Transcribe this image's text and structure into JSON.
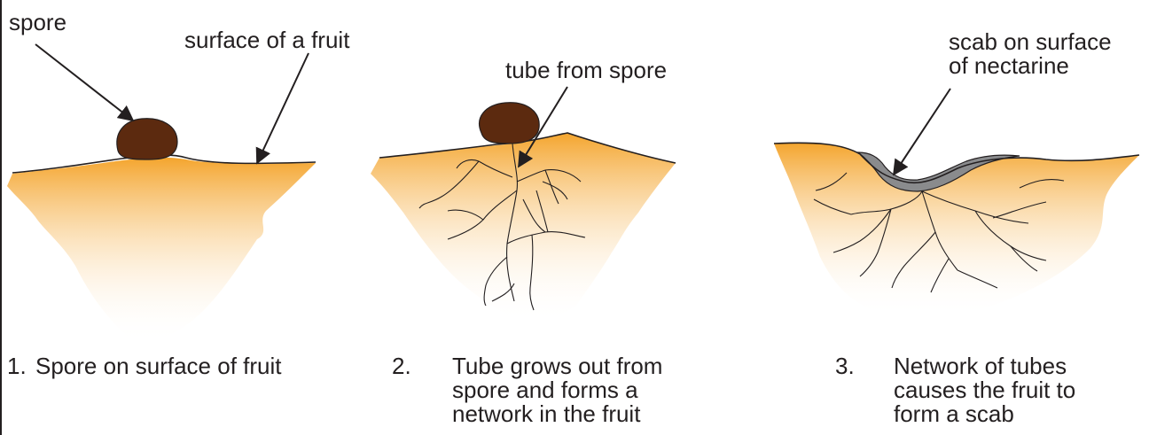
{
  "colors": {
    "fruit_top": "#f4a52e",
    "fruit_bottom": "#ffffff",
    "spore": "#5c2a0f",
    "scab": "#8a8b8d",
    "ink": "#231f20"
  },
  "panels": [
    {
      "number": "1.",
      "caption": "Spore on surface of fruit",
      "labels": {
        "spore": "spore",
        "surface": "surface of a fruit"
      }
    },
    {
      "number": "2.",
      "caption": "Tube grows out from\nspore and forms a\nnetwork in the fruit",
      "labels": {
        "tube": "tube from spore"
      }
    },
    {
      "number": "3.",
      "caption": "Network of tubes\ncauses the fruit to\nform a scab",
      "labels": {
        "scab": "scab on surface\nof nectarine"
      }
    }
  ]
}
